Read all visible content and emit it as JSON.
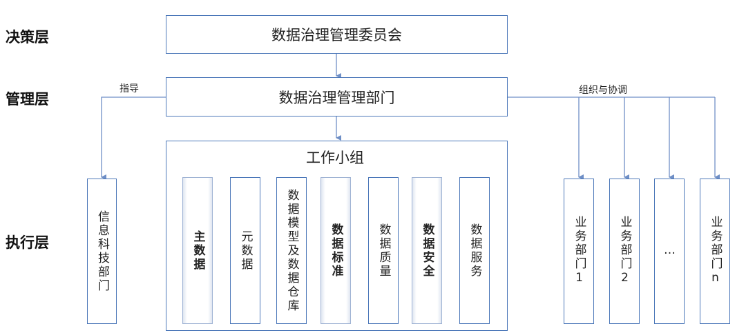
{
  "layers": {
    "decision": "决策层",
    "management": "管理层",
    "execution": "执行层"
  },
  "committee": "数据治理管理委员会",
  "department": "数据治理管理部门",
  "edge_labels": {
    "guide": "指导",
    "coordinate": "组织与协调"
  },
  "it_department": "信息科技部门",
  "working_group": {
    "title": "工作小组",
    "items": [
      {
        "label": "主数据",
        "bold": true,
        "shaded": true
      },
      {
        "label": "元数据",
        "bold": false,
        "shaded": false
      },
      {
        "label": "数据模型及数据仓库",
        "bold": false,
        "shaded": false
      },
      {
        "label": "数据标准",
        "bold": true,
        "shaded": true
      },
      {
        "label": "数据质量",
        "bold": false,
        "shaded": false
      },
      {
        "label": "数据安全",
        "bold": true,
        "shaded": true
      },
      {
        "label": "数据服务",
        "bold": false,
        "shaded": false
      }
    ]
  },
  "business_departments": [
    {
      "label": "业务部门1"
    },
    {
      "label": "业务部门2"
    },
    {
      "label": "…"
    },
    {
      "label": "业务部门n"
    }
  ],
  "colors": {
    "border": "#4a76b8",
    "connector": "#6f8fc6",
    "shade": "#dfe6f1"
  }
}
